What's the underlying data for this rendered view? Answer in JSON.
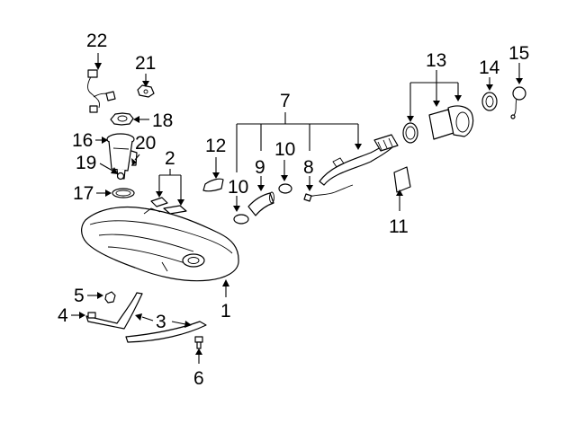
{
  "diagram": {
    "callouts": [
      {
        "id": "c1",
        "text": "1"
      },
      {
        "id": "c2",
        "text": "2"
      },
      {
        "id": "c3",
        "text": "3"
      },
      {
        "id": "c4",
        "text": "4"
      },
      {
        "id": "c5",
        "text": "5"
      },
      {
        "id": "c6",
        "text": "6"
      },
      {
        "id": "c7",
        "text": "7"
      },
      {
        "id": "c8",
        "text": "8"
      },
      {
        "id": "c9",
        "text": "9"
      },
      {
        "id": "c10a",
        "text": "10"
      },
      {
        "id": "c10b",
        "text": "10"
      },
      {
        "id": "c11",
        "text": "11"
      },
      {
        "id": "c12",
        "text": "12"
      },
      {
        "id": "c13",
        "text": "13"
      },
      {
        "id": "c14",
        "text": "14"
      },
      {
        "id": "c15",
        "text": "15"
      },
      {
        "id": "c16",
        "text": "16"
      },
      {
        "id": "c17",
        "text": "17"
      },
      {
        "id": "c18",
        "text": "18"
      },
      {
        "id": "c19",
        "text": "19"
      },
      {
        "id": "c20",
        "text": "20"
      },
      {
        "id": "c21",
        "text": "21"
      },
      {
        "id": "c22",
        "text": "22"
      }
    ],
    "colors": {
      "line": "#000000",
      "background": "#ffffff"
    }
  }
}
